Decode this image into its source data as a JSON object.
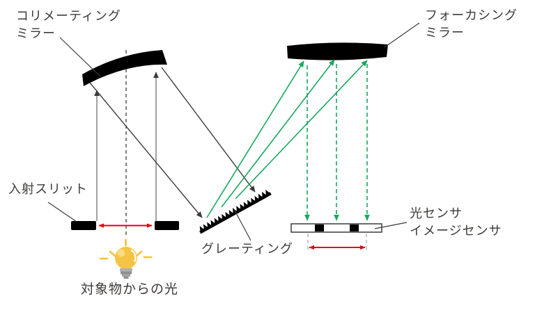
{
  "diagram_title": "spectrometer-optical-path-diagram",
  "labels": {
    "collimating_mirror": {
      "line1": "コリメーティング",
      "line2": "ミラー"
    },
    "focusing_mirror": {
      "line1": "フォーカシング",
      "line2": "ミラー"
    },
    "entrance_slit": {
      "text": "入射スリット"
    },
    "grating": {
      "text": "グレーティング"
    },
    "sensor": {
      "line1": "光センサ",
      "line2": "イメージセンサ"
    },
    "light_source": {
      "text": "対象物からの光"
    }
  },
  "icons": {
    "light_source": "light-bulb-icon",
    "grating": "diffraction-grating-icon",
    "mirrors": "curved-mirror-icon"
  },
  "colors": {
    "line_dark": "#3e3a39",
    "ray_gray": "#8a8a8a",
    "ray_green": "#17a85e",
    "arrow_red": "#e60012",
    "axis_gray": "#595757",
    "guide_gray": "#bdbdbd",
    "mirror_black": "#000000",
    "bulb_yellow": "#f6c445",
    "bulb_highlight": "#fadb82",
    "bulb_base": "#9e9e9e"
  }
}
